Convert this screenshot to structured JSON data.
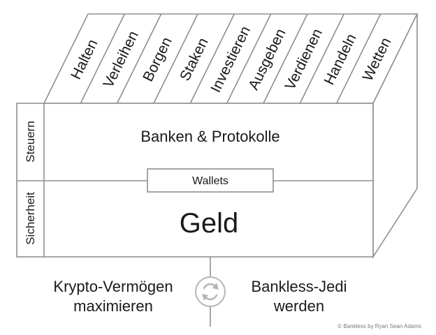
{
  "top_items": [
    "Halten",
    "Verleihen",
    "Borgen",
    "Staken",
    "Investieren",
    "Ausgeben",
    "Verdienen",
    "Handeln",
    "Wetten"
  ],
  "side_labels": {
    "upper": "Steuern",
    "lower": "Sicherheit"
  },
  "layers": {
    "upper": "Banken & Protokolle",
    "middle": "Wallets",
    "lower": "Geld"
  },
  "footer": {
    "left_line1": "Krypto-Vermögen",
    "left_line2": "maximieren",
    "right_line1": "Bankless-Jedi",
    "right_line2": "werden",
    "cycle_icon": "refresh-cycle-icon",
    "credit": "© Bankless by Ryan Sean Adams"
  },
  "colors": {
    "stroke": "#8f8f8f",
    "text": "#1a1a1a",
    "icon": "#b5b5b5"
  }
}
